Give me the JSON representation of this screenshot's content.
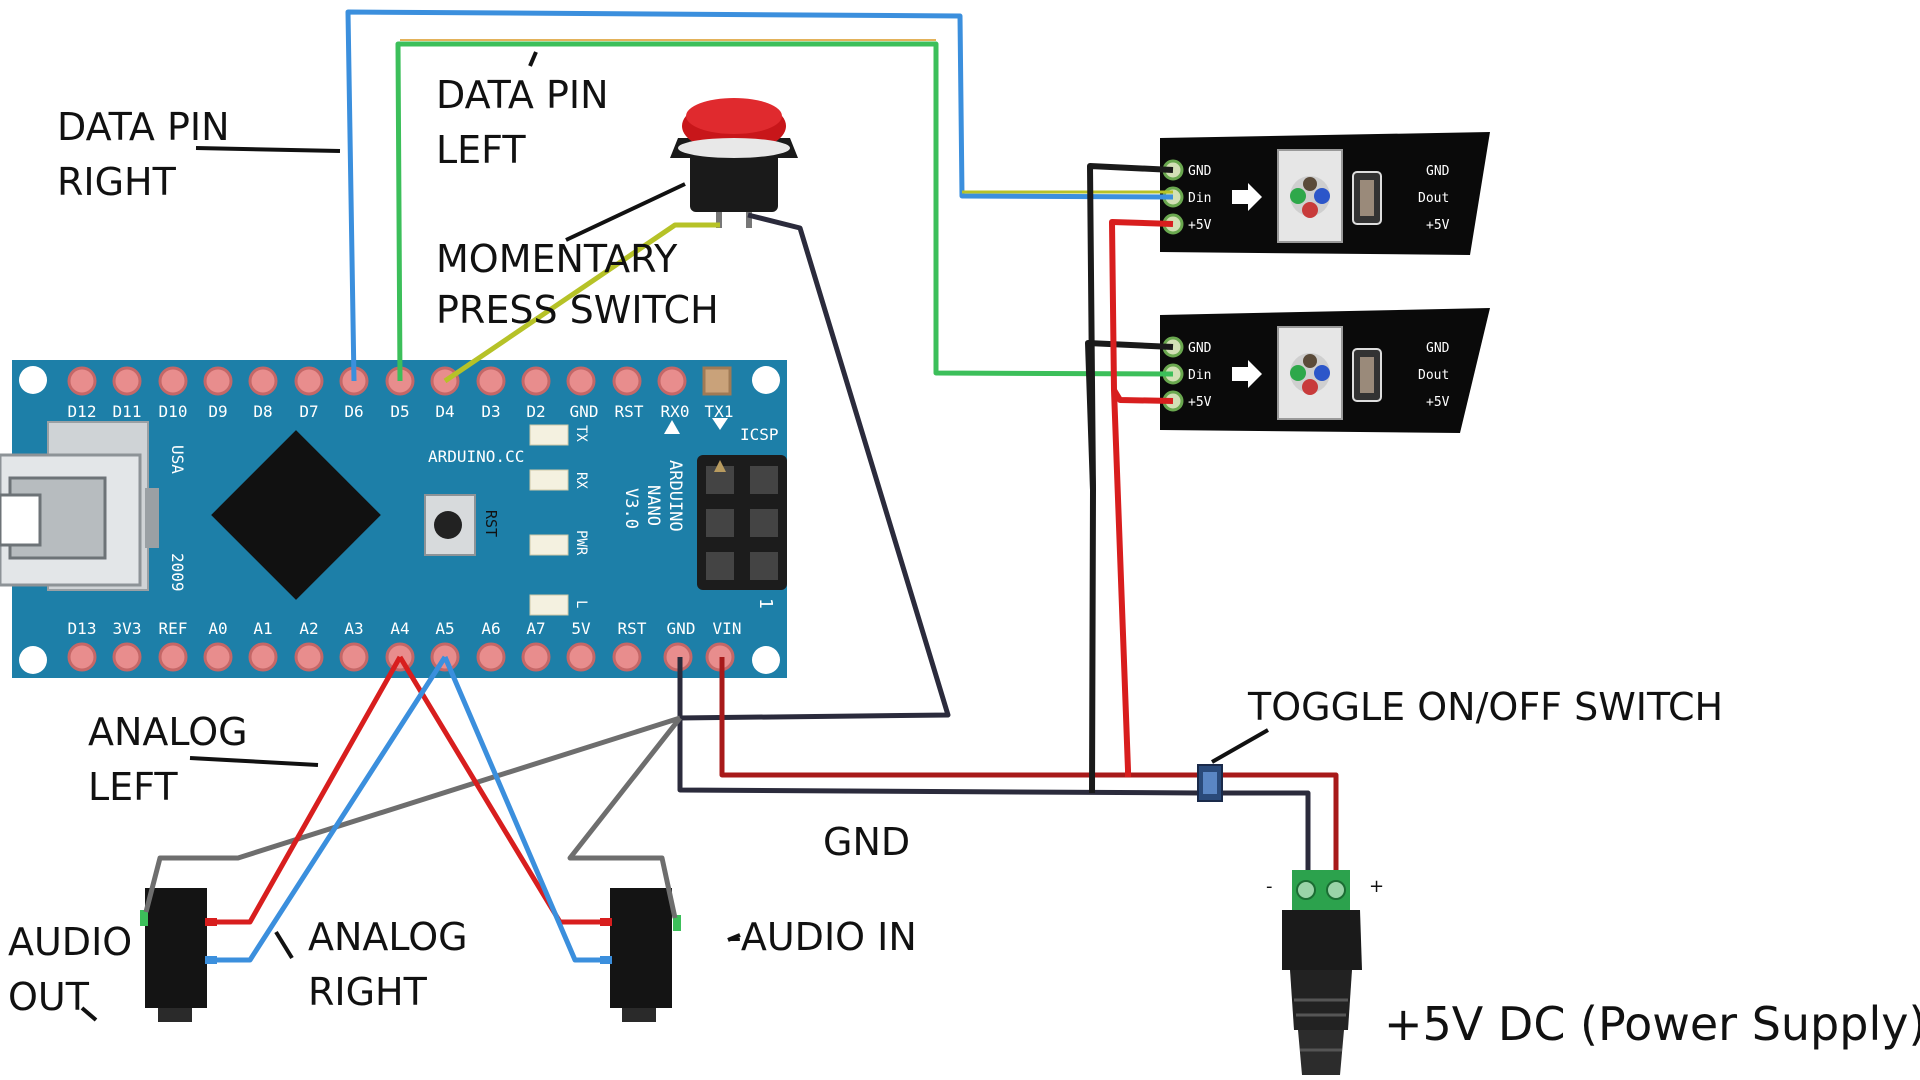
{
  "labels": {
    "data_pin_right_1": "DATA PIN",
    "data_pin_right_2": "RIGHT",
    "data_pin_left_1": "DATA PIN",
    "data_pin_left_2": "LEFT",
    "momentary_1": "MOMENTARY",
    "momentary_2": "PRESS SWITCH",
    "toggle": "TOGGLE ON/OFF SWITCH",
    "gnd": "GND",
    "analog_left_1": "ANALOG",
    "analog_left_2": "LEFT",
    "analog_right_1": "ANALOG",
    "analog_right_2": "RIGHT",
    "audio_out_1": "AUDIO",
    "audio_out_2": "OUT",
    "audio_in": "-AUDIO IN",
    "power": "+5V DC (Power Supply)",
    "minus": "-",
    "plus": "+"
  },
  "arduino": {
    "top_pins": [
      "D12",
      "D11",
      "D10",
      "D9",
      "D8",
      "D7",
      "D6",
      "D5",
      "D4",
      "D3",
      "D2",
      "GND",
      "RST",
      "RX0",
      "TX1"
    ],
    "bottom_pins": [
      "D13",
      "3V3",
      "REF",
      "A0",
      "A1",
      "A2",
      "A3",
      "A4",
      "A5",
      "A6",
      "A7",
      "5V",
      "RST",
      "GND",
      "VIN"
    ],
    "brand": "ARDUINO.CC",
    "model_1": "ARDUINO",
    "model_2": "NANO",
    "model_3": "V3.0",
    "usa": "USA",
    "year": "2009",
    "icsp": "ICSP",
    "rst": "RST",
    "led_tx": "TX",
    "led_rx": "RX",
    "led_pwr": "PWR",
    "led_l": "L",
    "one": "1"
  },
  "led_strip": {
    "gnd": "GND",
    "din": "Din",
    "v5": "+5V",
    "dout": "Dout"
  },
  "colors": {
    "board": "#1d7fa8",
    "wire_blue": "#3b8fdd",
    "wire_green": "#3cbf5a",
    "wire_red": "#d81e1e",
    "wire_dark": "#2b2b3c",
    "wire_gray": "#6e6e6e",
    "wire_yellow": "#b6c227",
    "button_red": "#c8161a"
  }
}
